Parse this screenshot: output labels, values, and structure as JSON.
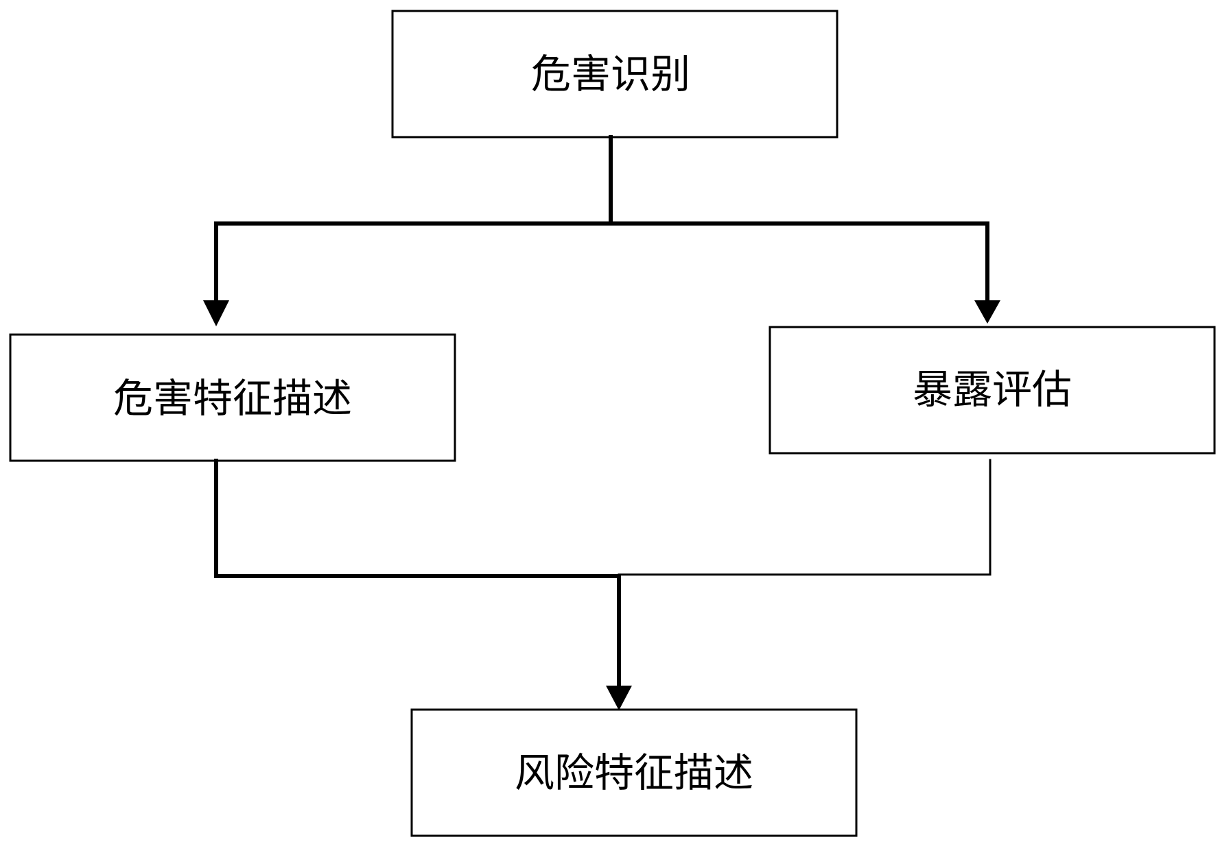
{
  "nodes": {
    "hazard_identification": "危害识别",
    "hazard_characterization": "危害特征描述",
    "exposure_assessment": "暴露评估",
    "risk_characterization": "风险特征描述"
  }
}
